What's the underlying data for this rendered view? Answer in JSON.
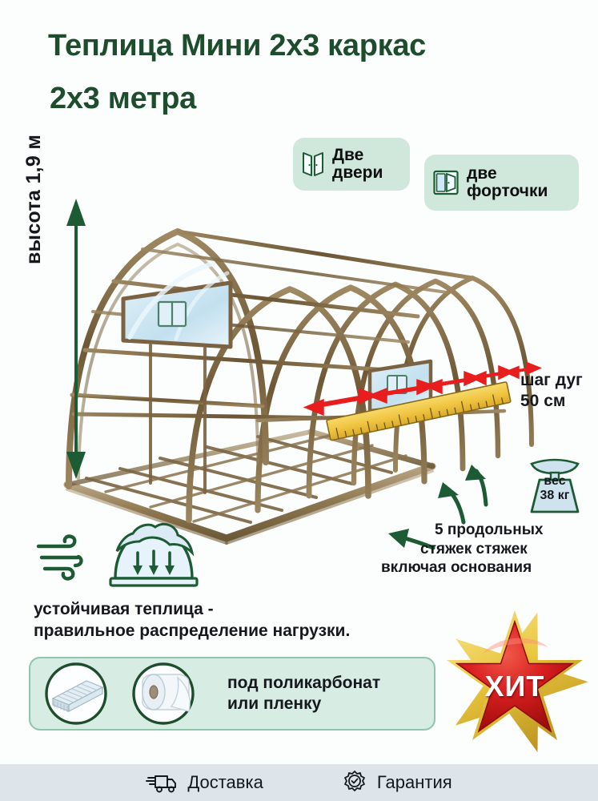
{
  "page": {
    "background_color": "#fbfefd",
    "title_color": "#1d4d2c",
    "accent_green": "#1d5b34",
    "badge_bg": "#cfe8db",
    "arrow_red": "#e81d1d",
    "footer_bg": "#dde5ea"
  },
  "header": {
    "title_line1": "Теплица Мини 2х3 каркас",
    "title_line2": "2х3 метра"
  },
  "callouts": [
    {
      "id": "doors",
      "icon": "double-door-icon",
      "label_line1": "Две",
      "label_line2": "двери"
    },
    {
      "id": "vents",
      "icon": "window-vent-icon",
      "label_line1": "две",
      "label_line2": "форточки"
    }
  ],
  "dimensions": {
    "height_label": "высота 1,9 м",
    "arc_step_line1": "шаг дуг",
    "arc_step_line2": "50 см"
  },
  "weight": {
    "icon": "kitchen-scale-icon",
    "line1": "вес",
    "line2": "38 кг"
  },
  "ties": {
    "line1": "5 продольных",
    "line2": "стяжек  стяжек",
    "line3": "включая основания"
  },
  "stability": {
    "icon_wind": "wind-icon",
    "icon_snow_dome": "snow-load-dome-icon",
    "line1": "устойчивая теплица -",
    "line2": "правильное распределение нагрузки."
  },
  "covering": {
    "icon_left": "polycarbonate-sheet-icon",
    "icon_right": "film-roll-icon",
    "line1": "под поликарбонат",
    "line2": "или пленку"
  },
  "hit_badge": {
    "label": "ХИТ",
    "star_fill": "#d81f1f",
    "star_border": "#e9c63c"
  },
  "footer": {
    "items": [
      {
        "icon": "delivery-truck-icon",
        "label": "Доставка"
      },
      {
        "icon": "guarantee-check-icon",
        "label": "Гарантия"
      }
    ]
  },
  "product_illustration": {
    "type": "greenhouse-frame-3d",
    "frame_color": "#7a6242",
    "glass_color": "#cfe6f2",
    "ruler_color": "#f2c945",
    "red_arrow_count": 5
  }
}
